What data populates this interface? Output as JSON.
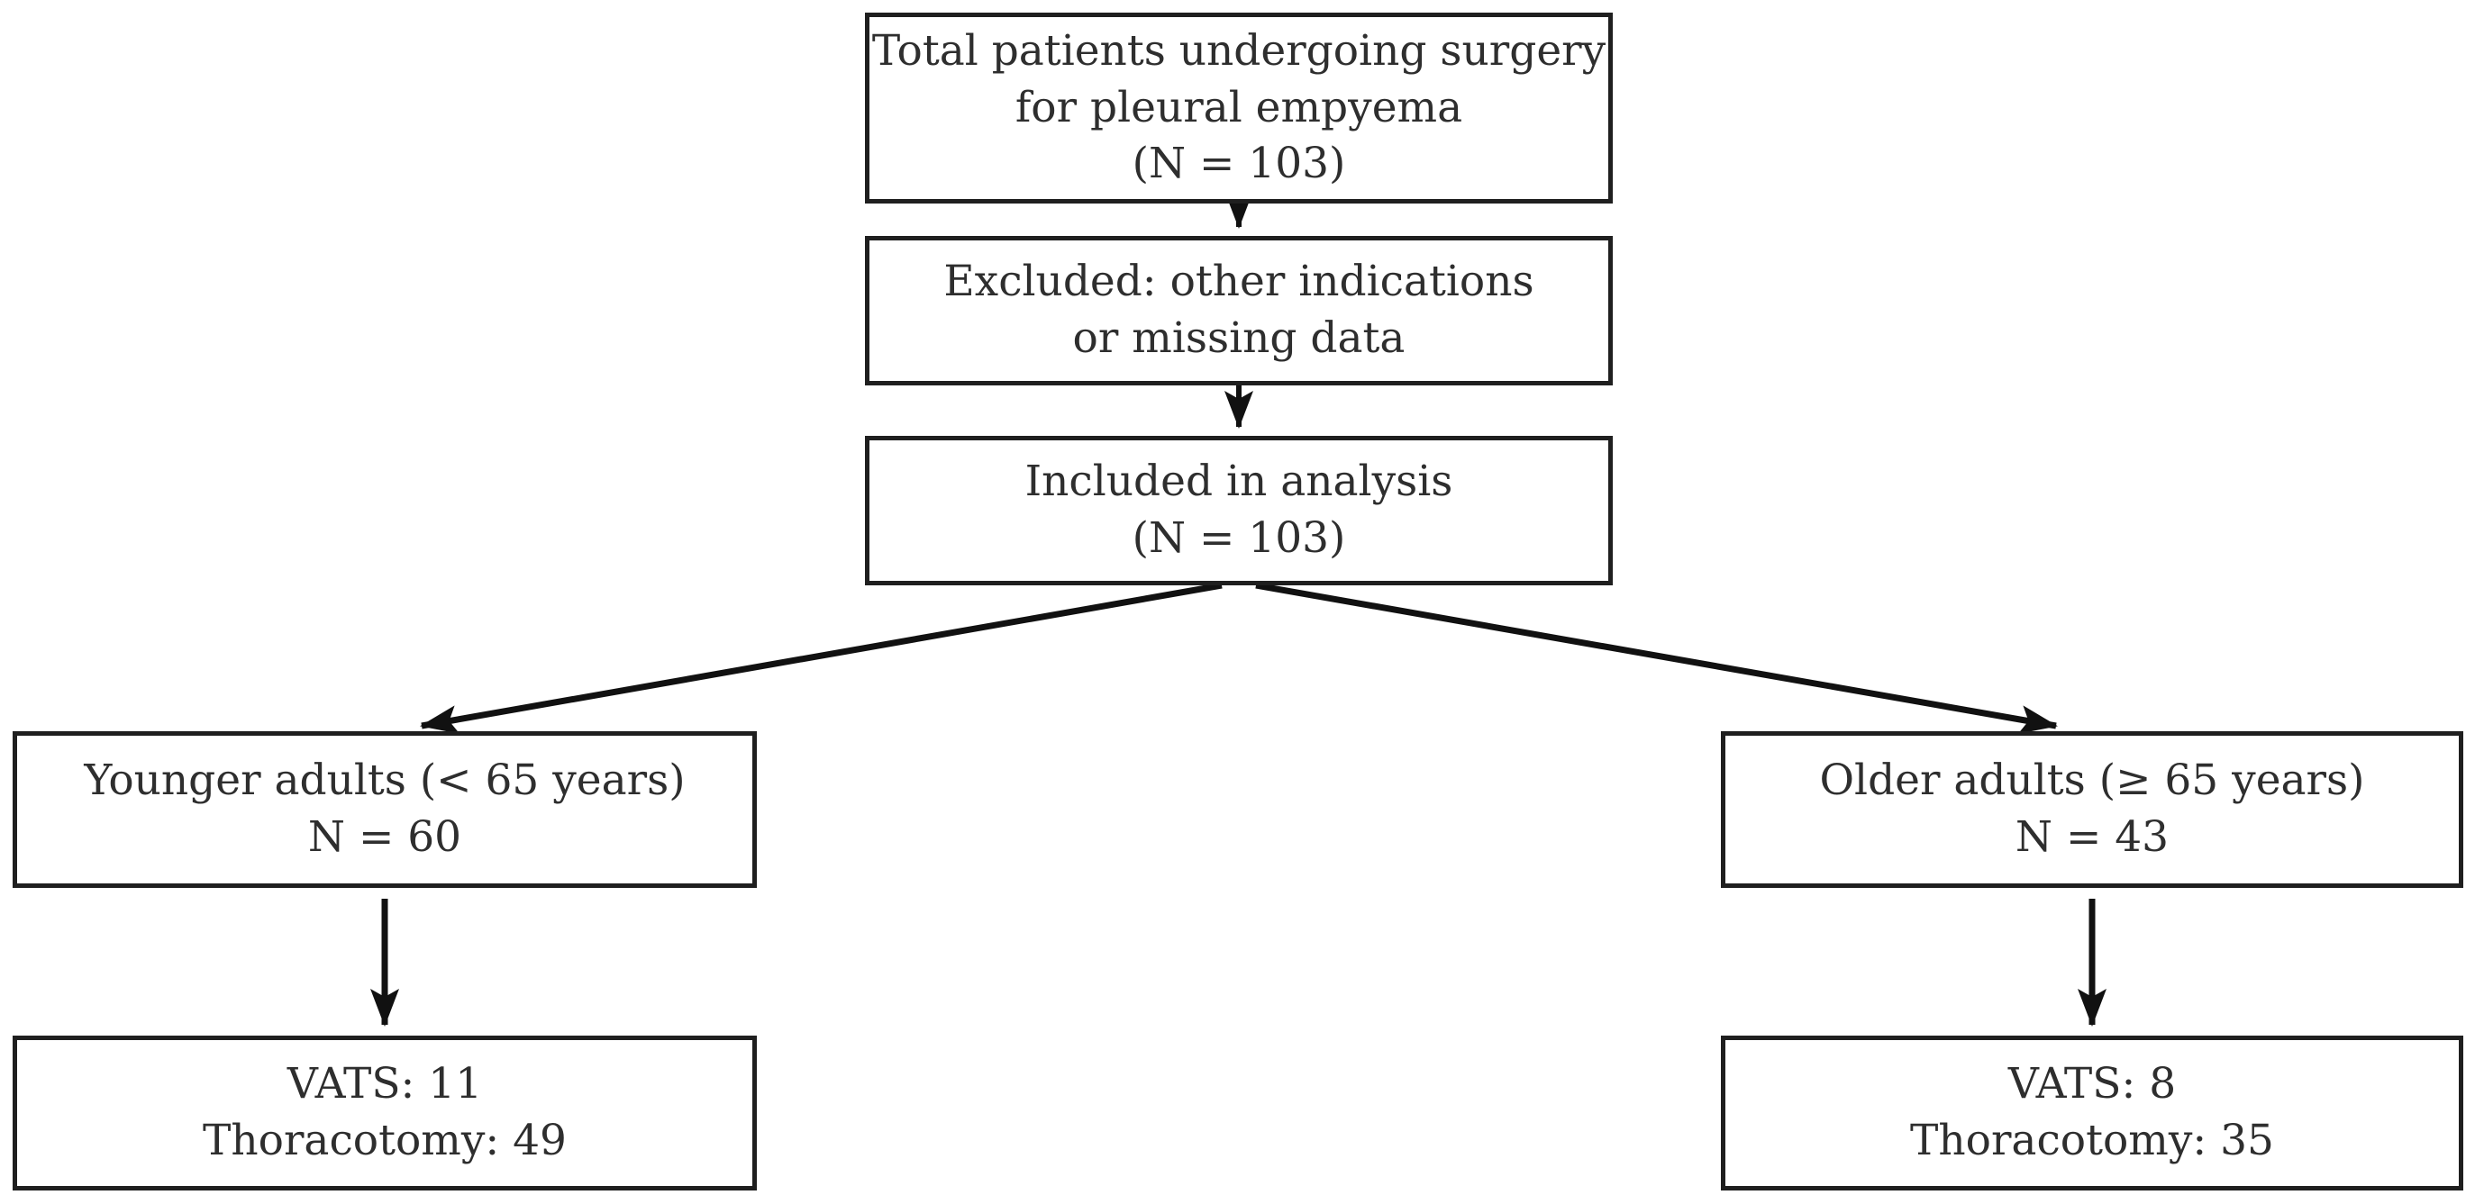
{
  "flow": {
    "boxes": {
      "total": {
        "line1": "Total patients undergoing surgery",
        "line2": "for pleural empyema",
        "line3": "(N = 103)"
      },
      "excluded": {
        "line1": "Excluded: other indications",
        "line2": "or missing data"
      },
      "included": {
        "line1": "Included in analysis",
        "line2": "(N = 103)"
      },
      "younger": {
        "line1": "Younger adults (< 65 years)",
        "line2": "N = 60"
      },
      "older": {
        "line1": "Older adults (≥ 65 years)",
        "line2": "N = 43"
      },
      "younger_procedures": {
        "line1": "VATS: 11",
        "line2": "Thoracotomy: 49"
      },
      "older_procedures": {
        "line1": "VATS: 8",
        "line2": "Thoracotomy: 35"
      }
    },
    "colors": {
      "box_border": "#1f1f1f",
      "arrow": "#111111",
      "text": "#2e2e2e",
      "background": "#ffffff"
    }
  }
}
